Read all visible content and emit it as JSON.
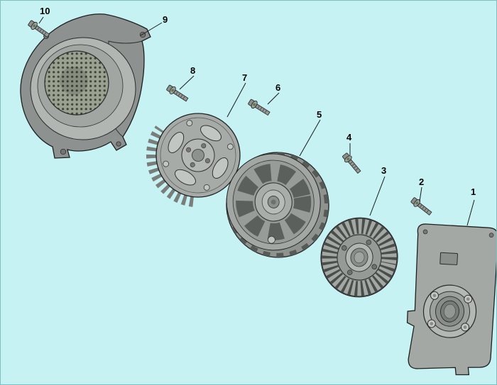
{
  "canvas": {
    "background": "#c6f2f3",
    "leader_line_color": "#1a1a1a",
    "part_fill_gray": "#a4a8a5",
    "bolt_flange_green": "#5f7a50"
  },
  "diagram": {
    "type": "exploded-parts-diagram",
    "callouts": [
      {
        "number": "1"
      },
      {
        "number": "2"
      },
      {
        "number": "3"
      },
      {
        "number": "4"
      },
      {
        "number": "5"
      },
      {
        "number": "6"
      },
      {
        "number": "7"
      },
      {
        "number": "8"
      },
      {
        "number": "9"
      },
      {
        "number": "10"
      }
    ]
  }
}
